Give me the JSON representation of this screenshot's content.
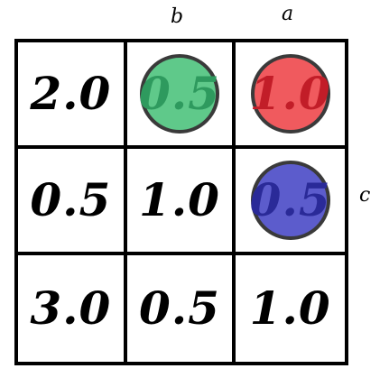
{
  "column_labels": [
    "",
    "b",
    "a"
  ],
  "row_labels": [
    "",
    "c",
    ""
  ],
  "cells": [
    [
      {
        "value": "2.0",
        "circle": null
      },
      {
        "value": "0.5",
        "circle": "green"
      },
      {
        "value": "1.0",
        "circle": "red"
      }
    ],
    [
      {
        "value": "0.5",
        "circle": null
      },
      {
        "value": "1.0",
        "circle": null
      },
      {
        "value": "0.5",
        "circle": "blue"
      }
    ],
    [
      {
        "value": "3.0",
        "circle": null
      },
      {
        "value": "0.5",
        "circle": null
      },
      {
        "value": "1.0",
        "circle": null
      }
    ]
  ],
  "colors": {
    "green_fill": "#5fc98a",
    "green_text": "#2e9a5e",
    "red_fill": "#f05a5e",
    "red_text": "#c21d28",
    "blue_fill": "#5c5ccc",
    "blue_text": "#2a2a98",
    "plain_text": "#000000"
  }
}
